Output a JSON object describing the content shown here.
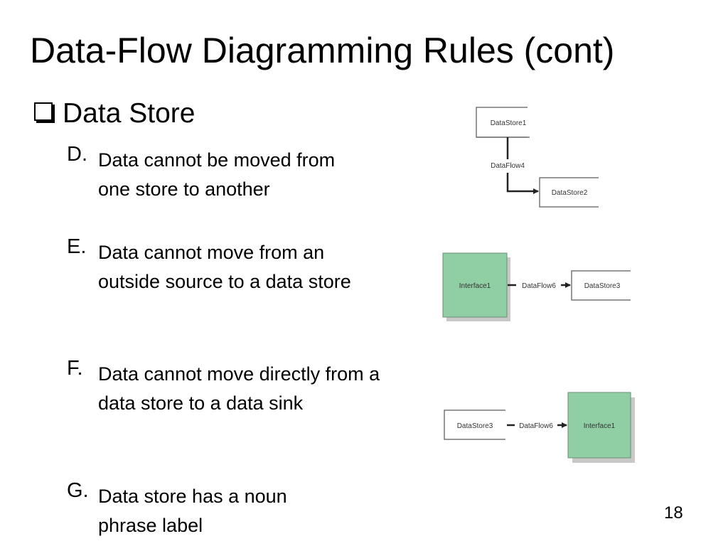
{
  "slide": {
    "title": "Data-Flow Diagramming Rules (cont)",
    "page_number": "18"
  },
  "bullet": {
    "icon": "checkbox-bullet-icon",
    "label": "Data Store"
  },
  "rules": [
    {
      "letter": "D.",
      "text": "Data cannot be moved from one store to another"
    },
    {
      "letter": "E.",
      "text": "Data cannot move from an outside source to a data store"
    },
    {
      "letter": "F.",
      "text": "Data cannot move directly from a data store to a data sink"
    },
    {
      "letter": "G.",
      "text": "Data store has a noun phrase label"
    }
  ],
  "diagrams": {
    "store_to_store": {
      "source": "DataStore1",
      "flow": "DataFlow4",
      "target": "DataStore2"
    },
    "source_to_store": {
      "source": "Interface1",
      "flow": "DataFlow6",
      "target": "DataStore3"
    },
    "store_to_sink": {
      "source": "DataStore3",
      "flow": "DataFlow6",
      "target": "Interface1"
    }
  },
  "colors": {
    "interface_fill": "#90cea3",
    "interface_shadow": "#c8c8c8",
    "store_border": "#777777",
    "arrow": "#222222"
  }
}
